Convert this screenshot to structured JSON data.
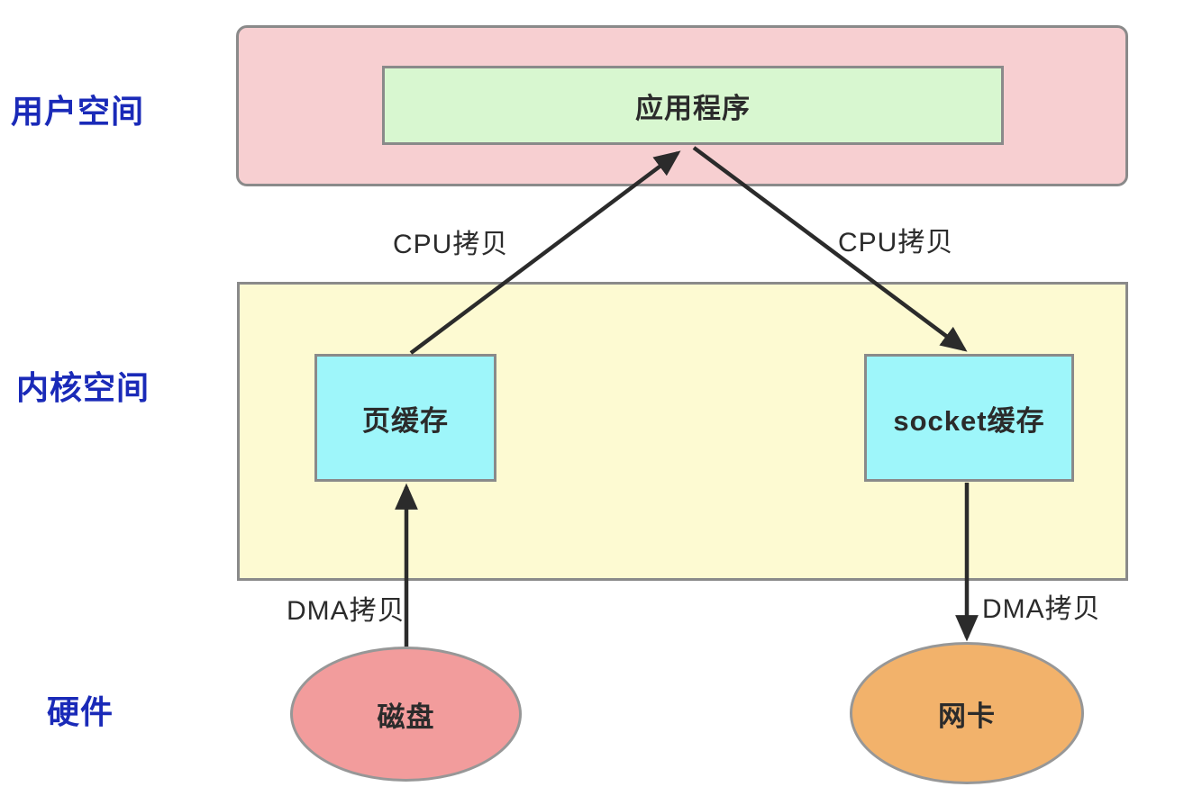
{
  "diagram": {
    "title_context": "zero-copy data flow diagram",
    "layers": [
      {
        "id": "user-space",
        "label": "用户空间"
      },
      {
        "id": "kernel-space",
        "label": "内核空间"
      },
      {
        "id": "hardware",
        "label": "硬件"
      }
    ],
    "nodes": {
      "app": {
        "label": "应用程序",
        "fill": "#D8F7D0"
      },
      "page_cache": {
        "label": "页缓存",
        "fill": "#9EF6FA"
      },
      "socket_cache": {
        "label": "socket缓存",
        "fill": "#9EF6FA"
      },
      "disk": {
        "label": "磁盘",
        "fill": "#F29C9C"
      },
      "nic": {
        "label": "网卡",
        "fill": "#F2B26B"
      }
    },
    "edges": {
      "page_cache_to_app": {
        "label": "CPU拷贝",
        "from": "page_cache",
        "to": "app"
      },
      "app_to_socket": {
        "label": "CPU拷贝",
        "from": "app",
        "to": "socket_cache"
      },
      "disk_to_page": {
        "label": "DMA拷贝",
        "from": "disk",
        "to": "page_cache"
      },
      "socket_to_nic": {
        "label": "DMA拷贝",
        "from": "socket_cache",
        "to": "nic"
      }
    },
    "colors": {
      "user_space_fill": "#F7CFD1",
      "kernel_space_fill": "#FDFAD2",
      "cache_fill": "#9EF6FA",
      "app_fill": "#D8F7D0",
      "disk_fill": "#F29C9C",
      "nic_fill": "#F2B26B",
      "border_gray": "#8A8A8A",
      "layer_label_blue": "#1A2AB8",
      "arrow_black": "#2B2B2B"
    }
  }
}
